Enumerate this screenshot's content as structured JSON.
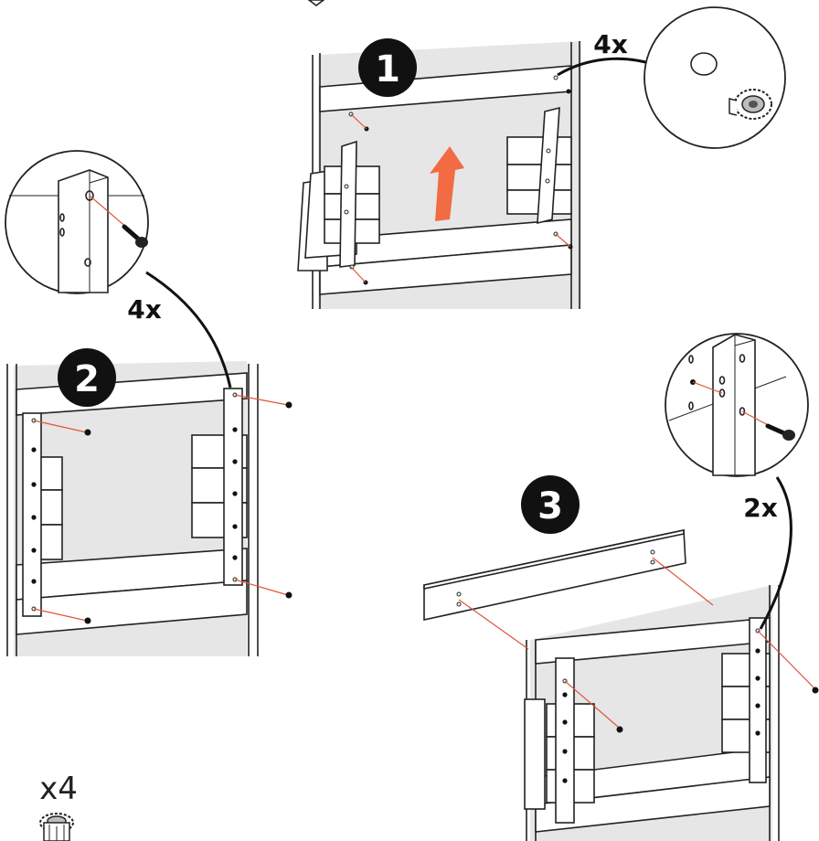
{
  "steps": {
    "step1": {
      "number": "1",
      "quantity": "4x"
    },
    "step2": {
      "number": "2",
      "quantity": "4x"
    },
    "step3": {
      "number": "3",
      "quantity": "2x"
    }
  },
  "parts": {
    "quantity": "x4",
    "part_icon": "threaded-insert-icon"
  },
  "colors": {
    "arrow": "#f26b43",
    "guide_line": "#e0553a",
    "outline": "#222222",
    "wall": "#e6e6e6",
    "badge": "#111111"
  }
}
